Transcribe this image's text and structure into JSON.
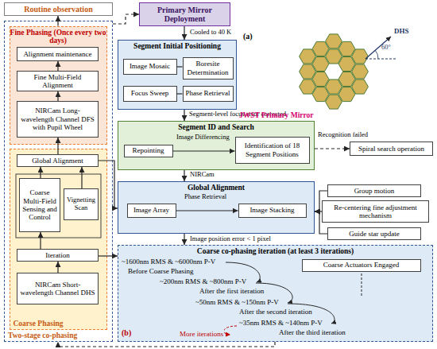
{
  "diagram": {
    "nodes": [
      {
        "text": [
          "Routine observation"
        ]
      },
      {
        "text": [
          "Two-stage co-phasing"
        ]
      },
      {
        "text": [
          "Fine Phasing (Once every two days)"
        ],
        "in": 1
      },
      {
        "text": [
          "Alignment maintenance"
        ],
        "in": 2
      },
      {
        "text": [
          "Fine Multi-Field Alignment"
        ],
        "in": 2
      },
      {
        "text": [
          "NIRCam Long-wavelength Channel DFS with Pupil Wheel"
        ],
        "in": 2
      },
      {
        "text": [
          "Coarse Phasing"
        ],
        "in": 1
      },
      {
        "text": [
          "Global Alignment"
        ],
        "in": 6
      },
      {
        "text": [
          "Coarse Multi-Field Sensing and Control"
        ],
        "in": 6
      },
      {
        "text": [
          "Vignetting Scan"
        ],
        "in": 6
      },
      {
        "text": [
          "Iteration"
        ],
        "in": 6
      },
      {
        "text": [
          "NIRCam Short-wavelength Channel DHS"
        ],
        "in": 6
      },
      {
        "text": [
          "Primary Mirror Deployment"
        ]
      },
      {
        "text": [
          "Segment Initial Positioning"
        ]
      },
      {
        "text": [
          "Image Mosaic"
        ],
        "in": 13
      },
      {
        "text": [
          "Boresite Determination"
        ],
        "in": 13
      },
      {
        "text": [
          "Focus Sweep"
        ],
        "in": 13
      },
      {
        "text": [
          "Phase Retrieval"
        ],
        "in": 13
      },
      {
        "text": [
          "Segment ID and Search"
        ]
      },
      {
        "text": [
          "Repointing"
        ],
        "in": 18
      },
      {
        "text": [
          "Identification of 18 Segment Positions"
        ],
        "in": 18
      },
      {
        "text": [
          "Spiral search operation"
        ]
      },
      {
        "text": [
          "Global Alignment"
        ]
      },
      {
        "text": [
          "Image Array"
        ],
        "in": 22
      },
      {
        "text": [
          "Image Stacking"
        ],
        "in": 22
      },
      {
        "text": [
          "Group motion"
        ]
      },
      {
        "text": [
          "Re-centering fine adjustment mechanism"
        ]
      },
      {
        "text": [
          "Guide star update"
        ]
      },
      {
        "text": [
          "Coarse co-phasing iteration (at least 3 iterations)"
        ]
      },
      {
        "text": [
          "Coarse Actuators Engaged"
        ],
        "in": 28
      }
    ],
    "edges": [
      {
        "from": 1,
        "to": 12,
        "arrow": "to"
      },
      {
        "from": 2,
        "to": 0,
        "arrow": "to"
      },
      {
        "from": 5,
        "to": 4,
        "arrow": "to"
      },
      {
        "from": 4,
        "to": 3,
        "arrow": "to"
      },
      {
        "from": 7,
        "to": 5,
        "arrow": "to"
      },
      {
        "from": 8,
        "to": 7,
        "arrow": "to"
      },
      {
        "from": 9,
        "to": 7,
        "arrow": "to"
      },
      {
        "from": 10,
        "to": 8,
        "arrow": "to"
      },
      {
        "from": 11,
        "to": 10,
        "arrow": "to"
      },
      {
        "from": 7,
        "to": 22,
        "arrow": "to"
      },
      {
        "from": 10,
        "to": 28,
        "arrow": "to"
      },
      {
        "from": 28,
        "to": 1,
        "arrow": "to"
      },
      {
        "from": 12,
        "to": 13,
        "label": "Cooled to 40 K",
        "arrow": "to"
      },
      {
        "from": 14,
        "to": 15,
        "arrow": "none"
      },
      {
        "from": 16,
        "to": 17,
        "arrow": "none"
      },
      {
        "from": 13,
        "to": 18,
        "label": "Segment-level focus error corrected",
        "arrow": "to"
      },
      {
        "from": 19,
        "to": 20,
        "label": "Image Differencing",
        "arrow": "to"
      },
      {
        "from": 18,
        "to": 21,
        "label": "Recognition failed",
        "arrow": "to"
      },
      {
        "from": 18,
        "to": 22,
        "label": "NIRCam",
        "arrow": "to"
      },
      {
        "from": 23,
        "to": 24,
        "label": "Phase Retrieval",
        "arrow": "to"
      },
      {
        "from": 25,
        "to": 22,
        "arrow": "to"
      },
      {
        "from": 26,
        "to": 22,
        "arrow": "to"
      },
      {
        "from": 27,
        "to": 22,
        "arrow": "to"
      },
      {
        "from": 22,
        "to": 28,
        "label": "Image position error < 1 pixel",
        "arrow": "to"
      }
    ],
    "labels": [
      "(a)",
      "JWST Primary Mirror",
      "60°",
      "DHS",
      "(b)",
      "~1600nm RMS & ~6000nm P-V",
      "Before Coarse Phasing",
      "~200nm RMS & ~800nm P-V",
      "After the first iteration",
      "~50nm RMS & ~150nm P-V",
      "After the second iteration",
      "~35nm RMS & ~140nm P-V",
      "After the third iteration",
      "More iterations"
    ]
  }
}
